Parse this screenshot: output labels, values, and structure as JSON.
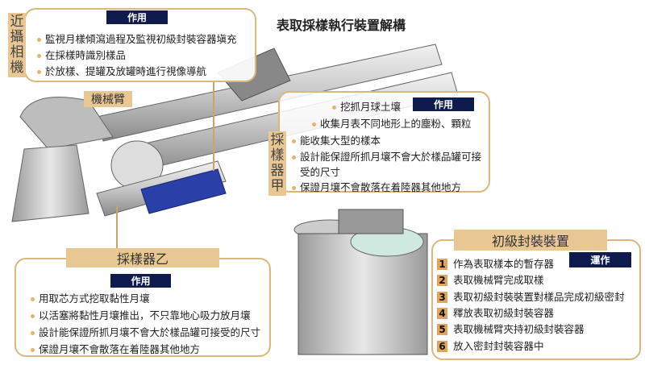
{
  "title": "表取採樣執行裝置解構",
  "camera": {
    "label": "近攝相機",
    "function_label": "作用",
    "items": [
      "監視月樣傾瀉過程及監視初級封裝容器塡充",
      "在採樣時識別樣品",
      "於放樣、提罐及放罐時進行視像導航"
    ]
  },
  "arm": {
    "label": "機械臂"
  },
  "sampler_a": {
    "label": "採樣器甲",
    "function_label": "作用",
    "items": [
      "挖抓月球土壤",
      "收集月表不同地形上的塵粉、顆粒",
      "能收集大型的樣本",
      "設計能保證所抓月壤不會大於樣品罐可接",
      "受的尺寸",
      "保證月壤不會散落在着陸器其他地方"
    ]
  },
  "sampler_b": {
    "label": "採樣器乙",
    "function_label": "作用",
    "items": [
      "用取芯方式挖取黏性月壤",
      "以活塞將黏性月壤推出，不只靠地心吸力放月壤",
      "設計能保證所抓月壤不會大於樣品罐可接受的尺寸",
      "保證月壤不會散落在着陸器其他地方"
    ]
  },
  "packaging": {
    "label": "初級封裝裝置",
    "operation_label": "運作",
    "steps": [
      {
        "n": "1",
        "text": "作為表取樣本的暫存器"
      },
      {
        "n": "2",
        "text": "表取機械臂完成取樣"
      },
      {
        "n": "3",
        "text": "表取初級封裝裝置對樣品完成初級密封"
      },
      {
        "n": "4",
        "text": "釋放表取初級封裝容器"
      },
      {
        "n": "5",
        "text": "表取機械臂夾持初級封裝容器"
      },
      {
        "n": "6",
        "text": "放入密封封裝容器中"
      }
    ]
  },
  "colors": {
    "tan": "#e8c793",
    "navy": "#0f1a4d",
    "border": "#dcb77a"
  }
}
